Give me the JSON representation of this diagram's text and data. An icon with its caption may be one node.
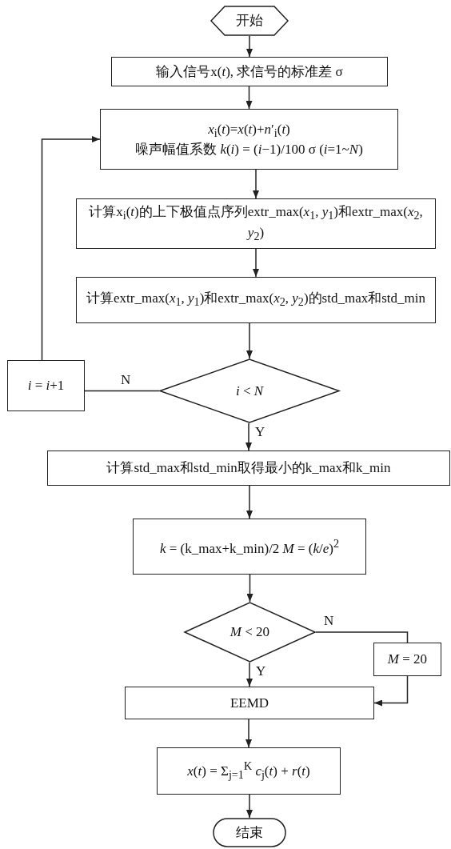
{
  "diagram": {
    "nodes": [
      {
        "text": [
          "开始"
        ]
      },
      {
        "text": [
          "输入信号x(*t*), 求信号的标准差 σ"
        ]
      },
      {
        "text": [
          "*x*$_{i}$(*t*)=*x*(*t*)+*n*′$_{i}$(*t*)",
          "噪声幅值系数 *k*(*i*) = (*i*−1)/100 σ (*i*=1~*N*)"
        ]
      },
      {
        "text": [
          "计算x$_{i}$(*t*)的上下极值点序列extr_max(*x*$_{1}$, *y*$_{1}$)和extr_max(*x*$_{2}$, *y*$_{2}$)"
        ]
      },
      {
        "text": [
          "计算extr_max(*x*$_{1}$, *y*$_{1}$)和extr_max(*x*$_{2}$, *y*$_{2}$)的std_max和std_min"
        ]
      },
      {
        "text": [
          "*i* < *N*"
        ]
      },
      {
        "text": [
          "*i* = *i*+1"
        ]
      },
      {
        "text": [
          "计算std_max和std_min取得最小的k_max和k_min"
        ]
      },
      {
        "text": [
          "*k* = (k_max+k_min)/2  *M* = (*k*/*e*)$^{2}$"
        ]
      },
      {
        "text": [
          "*M* < 20"
        ]
      },
      {
        "text": [
          "*M* = 20"
        ]
      },
      {
        "text": [
          "EEMD"
        ]
      },
      {
        "text": [
          "*x*(*t*) = Σ$_{j=1}$$^{K}$ *c*$_{j}$(*t*) + *r*(*t*)"
        ]
      },
      {
        "text": [
          "结束"
        ]
      }
    ],
    "edges": [
      {
        "from": 0,
        "to": 1,
        "arrow": "to"
      },
      {
        "from": 1,
        "to": 2,
        "arrow": "to"
      },
      {
        "from": 2,
        "to": 3,
        "arrow": "to"
      },
      {
        "from": 3,
        "to": 4,
        "arrow": "to"
      },
      {
        "from": 4,
        "to": 5,
        "arrow": "to"
      },
      {
        "from": 5,
        "to": 6,
        "label": "N",
        "arrow": "none"
      },
      {
        "from": 6,
        "to": 2,
        "arrow": "to"
      },
      {
        "from": 5,
        "to": 7,
        "label": "Y",
        "arrow": "to"
      },
      {
        "from": 7,
        "to": 8,
        "arrow": "to"
      },
      {
        "from": 8,
        "to": 9,
        "arrow": "to"
      },
      {
        "from": 9,
        "to": 10,
        "label": "N",
        "arrow": "none"
      },
      {
        "from": 10,
        "to": 11,
        "arrow": "to"
      },
      {
        "from": 9,
        "to": 11,
        "label": "Y",
        "arrow": "to"
      },
      {
        "from": 11,
        "to": 12,
        "arrow": "to"
      },
      {
        "from": 12,
        "to": 13,
        "arrow": "to"
      }
    ]
  }
}
